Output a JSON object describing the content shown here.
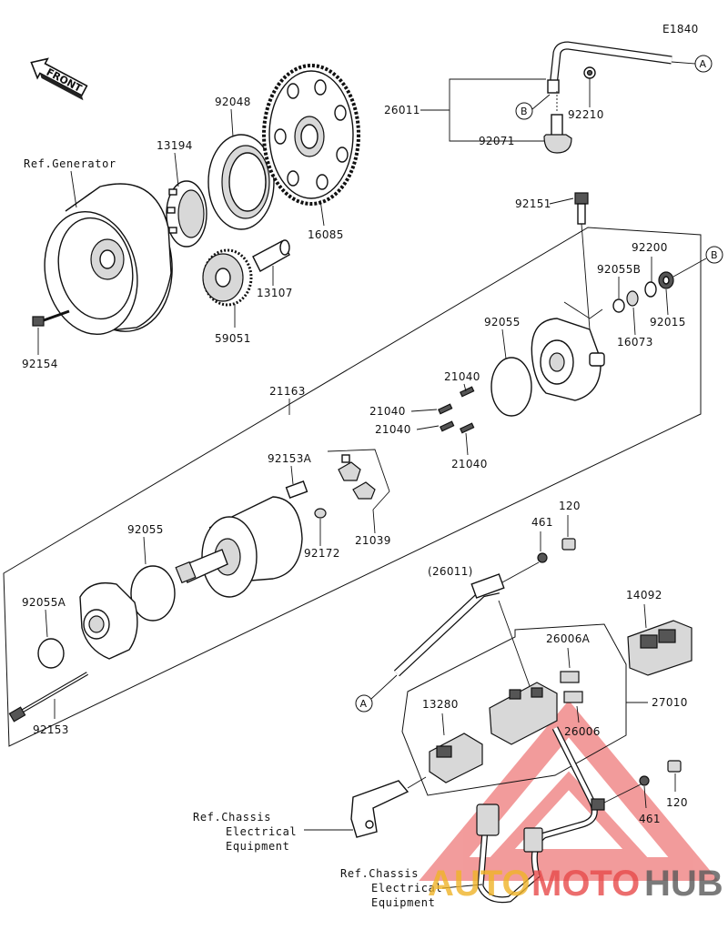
{
  "diagram_code": "E1840",
  "front_label": "FRONT",
  "callout_a": "A",
  "callout_b": "B",
  "ref_generator": "Ref.Generator",
  "ref_chassis_1": [
    "Ref.Chassis",
    "Electrical",
    "Equipment"
  ],
  "ref_chassis_2": [
    "Ref.Chassis",
    "Electrical",
    "Equipment"
  ],
  "labels": {
    "p26011": "26011",
    "p92210": "92210",
    "p92071": "92071",
    "p92048": "92048",
    "p13194": "13194",
    "p16085": "16085",
    "p13107": "13107",
    "p59051": "59051",
    "p92154": "92154",
    "p92151": "92151",
    "p92200": "92200",
    "p92055B": "92055B",
    "p92015": "92015",
    "p16073": "16073",
    "p92055_top": "92055",
    "p21163": "21163",
    "p21040_a": "21040",
    "p21040_b": "21040",
    "p21040_c": "21040",
    "p21040_d": "21040",
    "p92153A": "92153A",
    "p92172": "92172",
    "p21039": "21039",
    "p92055_low": "92055",
    "p92055A": "92055A",
    "p92153": "92153",
    "p120_top": "120",
    "p461_top": "461",
    "p26011_paren": "(26011)",
    "p14092": "14092",
    "p26006A": "26006A",
    "p27010": "27010",
    "p13280": "13280",
    "p26006": "26006",
    "p461_bot": "461",
    "p120_bot": "120"
  },
  "watermark": {
    "auto": "AUTO",
    "moto": "MOTO",
    "hub": "HUB",
    "color_red": "#e84a4a",
    "color_gold": "#f0b429",
    "color_grey": "#5a5a5a"
  }
}
